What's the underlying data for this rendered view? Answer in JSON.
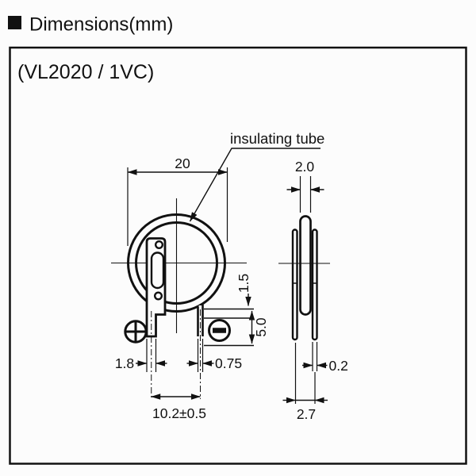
{
  "header": {
    "title": "Dimensions(mm)"
  },
  "panel": {
    "model": "(VL2020 / 1VC)"
  },
  "front_view": {
    "label_insulating_tube": "insulating tube",
    "dim_diameter": "20",
    "dim_left_lead_width": "1.8",
    "dim_right_lead_width": "0.75",
    "dim_lead_pitch": "10.2±0.5",
    "dim_standoff": "1.5",
    "dim_lead_length": "5.0"
  },
  "side_view": {
    "dim_thickness": "2.0",
    "dim_lead_thickness": "0.2",
    "dim_lead_span": "2.7"
  },
  "icons": {
    "positive_terminal": "plus-in-circle-icon",
    "negative_terminal": "minus-in-circle-icon"
  },
  "colors": {
    "line": "#111111",
    "background": "#fcfcfc"
  }
}
